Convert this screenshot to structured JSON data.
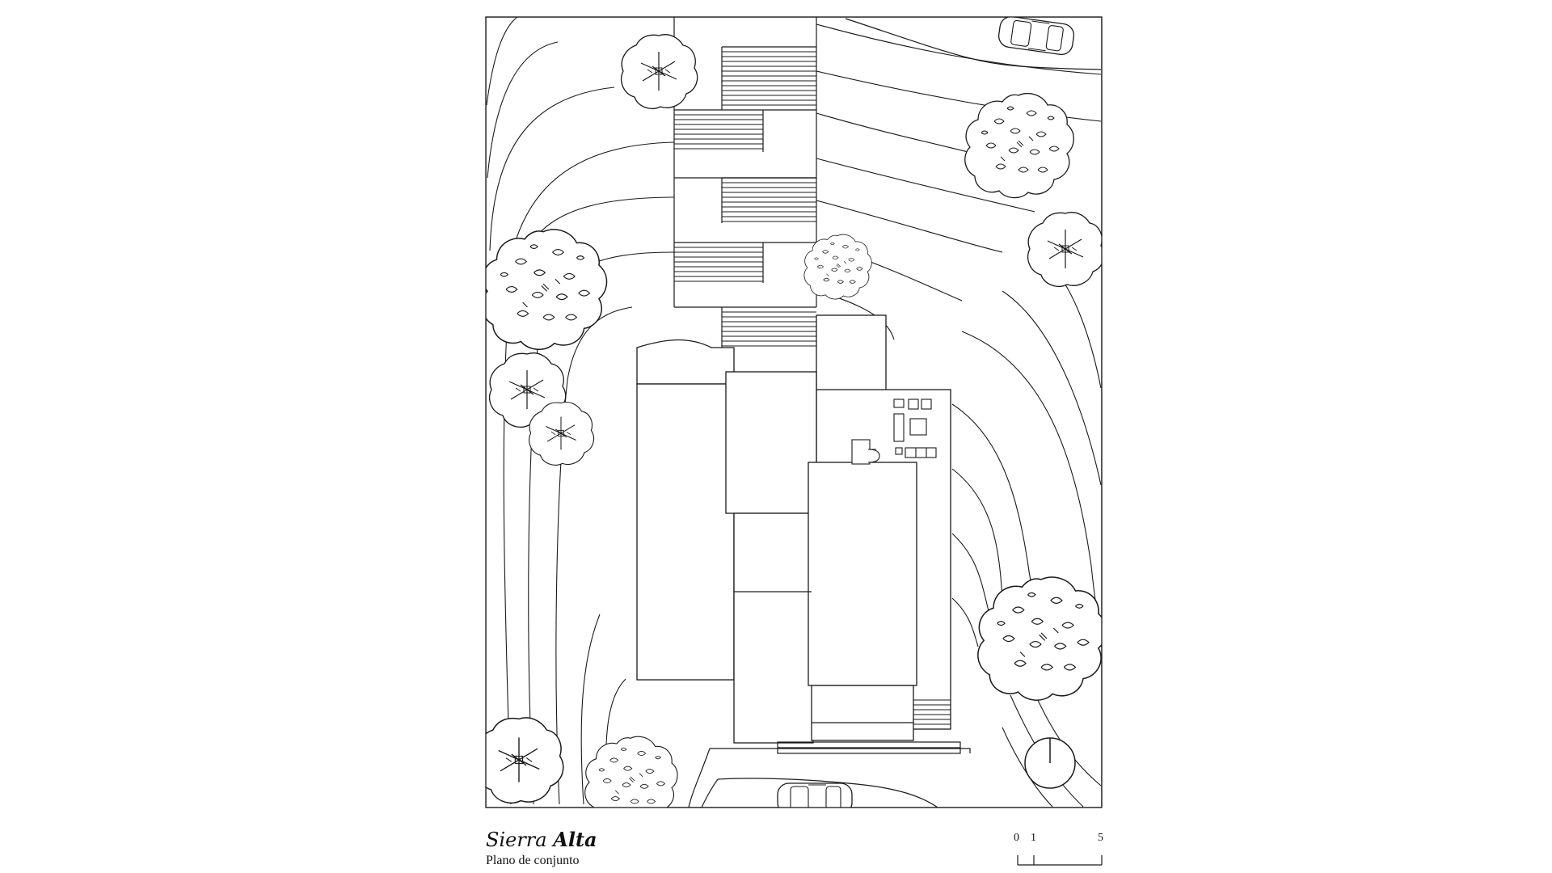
{
  "drawing": {
    "title_regular": "Sierra",
    "title_bold": "Alta",
    "subtitle": "Plano de conjunto",
    "line_color": "#1a1a1a",
    "background_color": "#ffffff"
  },
  "scale_bar": {
    "labels": [
      "0",
      "1",
      "5"
    ]
  },
  "icons": [
    "tree-icon",
    "car-icon",
    "north-arrow-icon"
  ]
}
